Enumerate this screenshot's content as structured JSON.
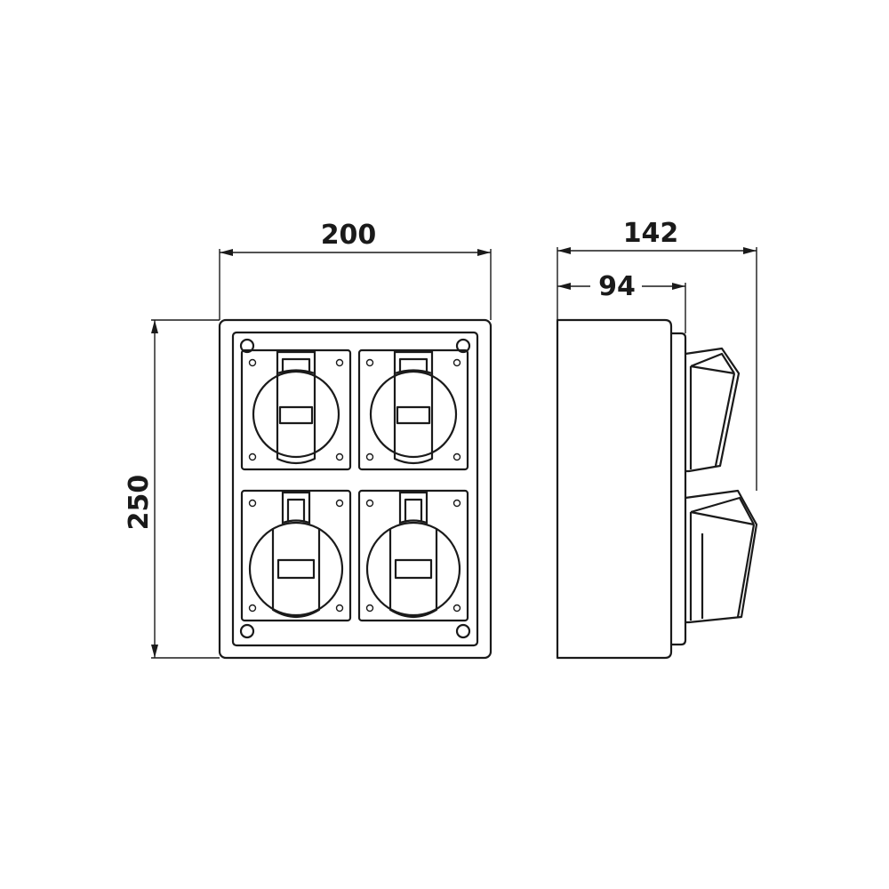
{
  "dimensions": {
    "width_label": "200",
    "height_label": "250",
    "depth_total_label": "142",
    "depth_body_label": "94"
  },
  "colors": {
    "line": "#1a1a1a",
    "background": "#ffffff"
  }
}
